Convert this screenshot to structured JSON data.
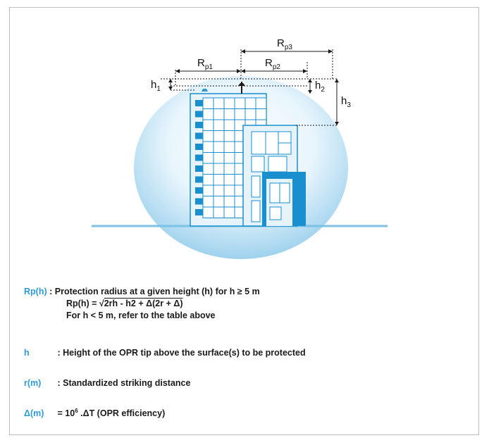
{
  "diagram": {
    "labels": {
      "rp1": {
        "main": "R",
        "sub": "p1"
      },
      "rp2": {
        "main": "R",
        "sub": "p2"
      },
      "rp3": {
        "main": "R",
        "sub": "p3"
      },
      "h1": {
        "main": "h",
        "sub": "1"
      },
      "h2": {
        "main": "h",
        "sub": "2"
      },
      "h3": {
        "main": "h",
        "sub": "3"
      }
    },
    "colors": {
      "accent": "#2e9ad6",
      "sphere": "#c5e4f5",
      "building_dark": "#1a8fd0",
      "ground": "#7cc2e6"
    }
  },
  "legend": {
    "rp": {
      "term": "Rp(h)",
      "sep": ":",
      "text": "Protection radius at a given height (h) for h ≥ 5 m",
      "formula_prefix": "Rp(h) = √",
      "formula_radicand": "2rh - h2 + Δ(2r + Δ)",
      "note": "For h < 5 m, refer to the table above"
    },
    "h": {
      "term": "h",
      "sep": ":",
      "text": "Height of the OPR tip above the surface(s) to be protected"
    },
    "r": {
      "term": "r(m)",
      "sep": ":",
      "text": "Standardized striking distance"
    },
    "delta": {
      "term": "Δ(m)",
      "sep": "=",
      "text_prefix": "10",
      "exp": "6",
      "text_suffix": " .ΔT (OPR efficiency)"
    }
  }
}
